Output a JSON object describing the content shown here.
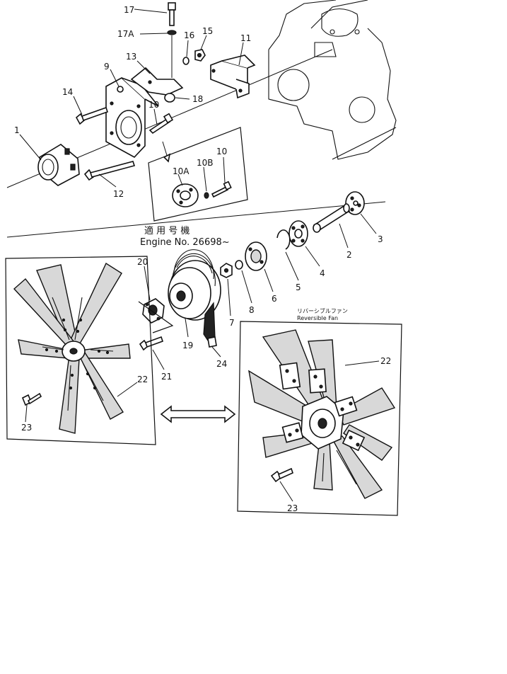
{
  "callouts": {
    "c1": "1",
    "c2": "2",
    "c3": "3",
    "c4": "4",
    "c5": "5",
    "c6": "6",
    "c7": "7",
    "c8": "8",
    "c9": "9",
    "c10a": "10",
    "c10b": "10",
    "c10A": "10A",
    "c10B": "10B",
    "c11": "11",
    "c12": "12",
    "c13": "13",
    "c14": "14",
    "c15": "15",
    "c16": "16",
    "c17": "17",
    "c17A": "17A",
    "c18": "18",
    "c19": "19",
    "c20": "20",
    "c21": "21",
    "c22a": "22",
    "c22b": "22",
    "c23a": "23",
    "c23b": "23",
    "c24": "24"
  },
  "notes": {
    "applicable_jp": "適 用 号 機",
    "engine_no": "Engine No. 26698~",
    "reversible_jp": "リバーシブルファン",
    "reversible_en": "Reversible Fan"
  }
}
